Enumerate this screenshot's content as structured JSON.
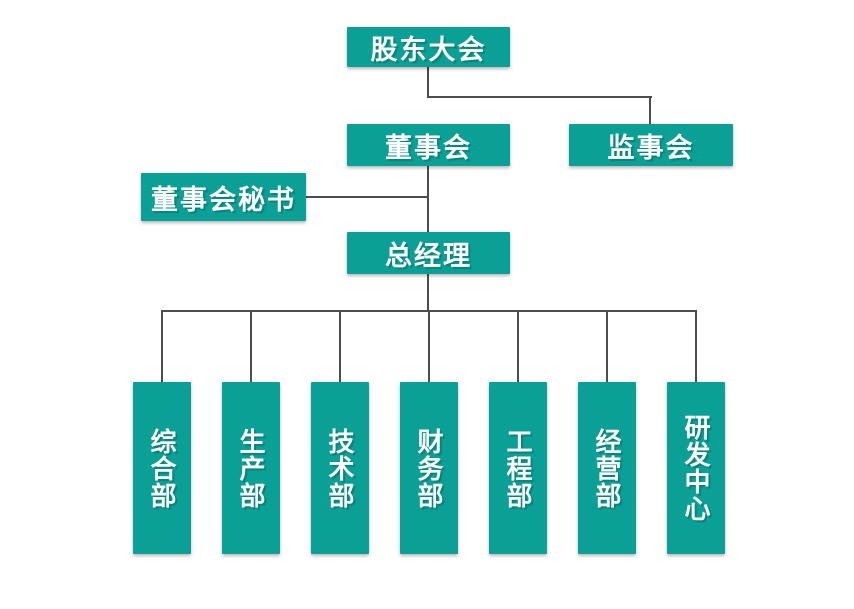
{
  "org_chart": {
    "nodes": {
      "shareholders_meeting": {
        "label": "股东大会"
      },
      "board_of_directors": {
        "label": "董事会"
      },
      "supervisory_board": {
        "label": "监事会"
      },
      "board_secretary": {
        "label": "董事会秘书"
      },
      "general_manager": {
        "label": "总经理"
      },
      "departments": [
        {
          "label": "综合部"
        },
        {
          "label": "生产部"
        },
        {
          "label": "技术部"
        },
        {
          "label": "财务部"
        },
        {
          "label": "工程部"
        },
        {
          "label": "经营部"
        },
        {
          "label": "研发中心"
        }
      ]
    },
    "edges": [
      {
        "from": "shareholders_meeting",
        "to": "board_of_directors"
      },
      {
        "from": "shareholders_meeting",
        "to": "supervisory_board"
      },
      {
        "from": "board_of_directors",
        "to": "board_secretary"
      },
      {
        "from": "board_of_directors",
        "to": "general_manager"
      },
      {
        "from": "general_manager",
        "to": "综合部"
      },
      {
        "from": "general_manager",
        "to": "生产部"
      },
      {
        "from": "general_manager",
        "to": "技术部"
      },
      {
        "from": "general_manager",
        "to": "财务部"
      },
      {
        "from": "general_manager",
        "to": "工程部"
      },
      {
        "from": "general_manager",
        "to": "经营部"
      },
      {
        "from": "general_manager",
        "to": "研发中心"
      }
    ],
    "colors": {
      "node_fill": "#0aa096",
      "node_text": "#ffffff",
      "connector": "#4d4d4d",
      "background": "#ffffff"
    }
  }
}
